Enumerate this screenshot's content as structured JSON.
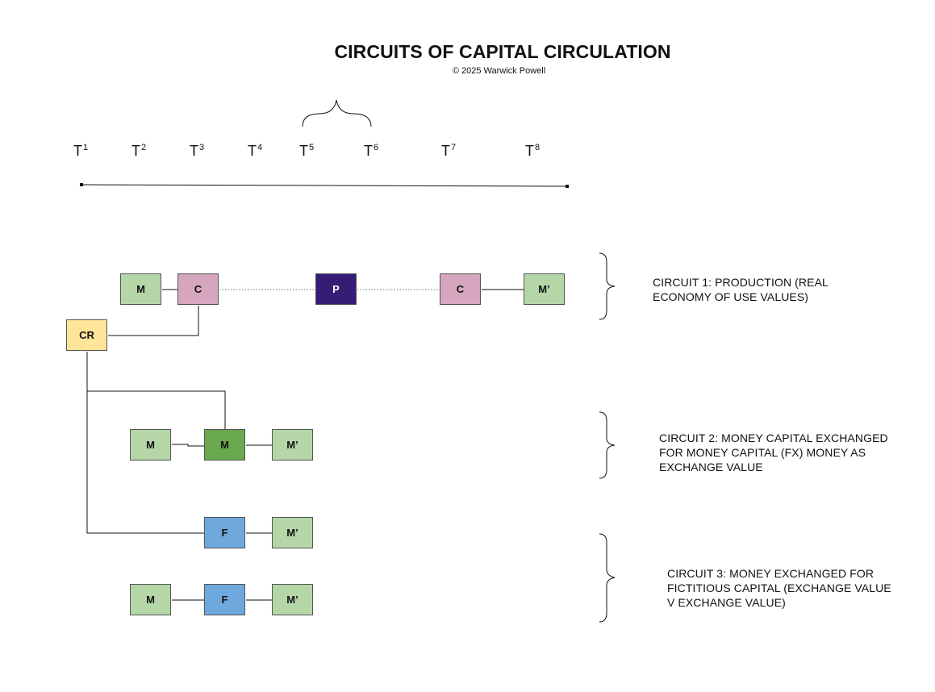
{
  "header": {
    "title": "CIRCUITS OF CAPITAL CIRCULATION",
    "copyright": "© 2025 Warwick Powell"
  },
  "timeline": {
    "ticks": [
      {
        "base": "T",
        "sup": "1"
      },
      {
        "base": "T",
        "sup": "2"
      },
      {
        "base": "T",
        "sup": "3"
      },
      {
        "base": "T",
        "sup": "4"
      },
      {
        "base": "T",
        "sup": "5"
      },
      {
        "base": "T",
        "sup": "6"
      },
      {
        "base": "T",
        "sup": "7"
      },
      {
        "base": "T",
        "sup": "8"
      }
    ]
  },
  "colors": {
    "money_green": "#b5d7a8",
    "money_dark_green": "#6aa84f",
    "commodity_pink": "#d5a6bd",
    "production_purple": "#351c75",
    "credit_yellow": "#ffe599",
    "fictitious_blue": "#6fa8dc"
  },
  "nodes": {
    "c1_m": "M",
    "c1_c": "C",
    "c1_p": "P",
    "c1_c2": "C",
    "c1_mprime": "M’",
    "cr": "CR",
    "c2_m": "M",
    "c2_m2": "M",
    "c2_mprime": "M’",
    "c3_f1": "F",
    "c3_mprime1": "M’",
    "c3_m": "M",
    "c3_f2": "F",
    "c3_mprime2": "M’"
  },
  "circuits": {
    "c1": "CIRCUIT 1: PRODUCTION (REAL ECONOMY OF USE VALUES)",
    "c2": "CIRCUIT 2: MONEY CAPITAL EXCHANGED FOR MONEY CAPITAL (FX) MONEY AS EXCHANGE VALUE",
    "c3": "CIRCUIT 3: MONEY EXCHANGED FOR FICTITIOUS CAPITAL (EXCHANGE VALUE V EXCHANGE VALUE)"
  }
}
